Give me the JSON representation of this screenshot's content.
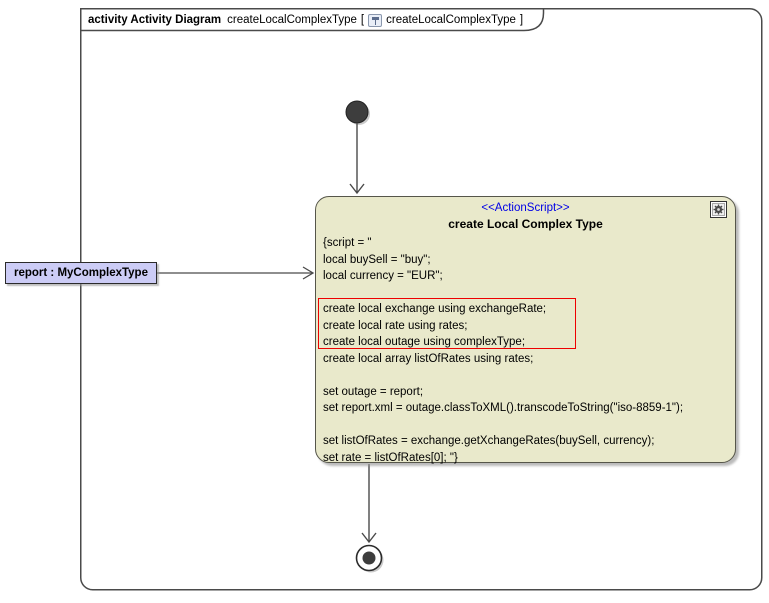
{
  "frame": {
    "title_bold": "activity Activity Diagram",
    "title_name": "createLocalComplexType",
    "bracket_open": "[",
    "title_ref": "createLocalComplexType",
    "bracket_close": "]"
  },
  "action": {
    "stereotype": "<<ActionScript>>",
    "name": "create Local Complex Type",
    "script_lines": [
      "{script = \"",
      "local buySell = \"buy\";",
      "local currency = \"EUR\";",
      "",
      "create local exchange using exchangeRate;",
      "create local rate using rates;",
      "create local outage using complexType;",
      "create local array listOfRates using rates;",
      "",
      "set outage = report;",
      "set report.xml = outage.classToXML().transcodeToString(\"iso-8859-1\");",
      "",
      "set listOfRates = exchange.getXchangeRates(buySell, currency);",
      "set rate = listOfRates[0]; \"}"
    ]
  },
  "input_pin": {
    "label": "report : MyComplexType"
  },
  "icons": {
    "action_corner": "gear-icon",
    "frame_tab": "activity-diagram-icon"
  },
  "colors": {
    "action_fill": "#e9e9cb",
    "action_border": "#56564a",
    "label_fill": "#ccccf6",
    "stereotype_text": "#0000e6",
    "highlight_border": "#ee0000",
    "edge": "#4a4a4a"
  }
}
